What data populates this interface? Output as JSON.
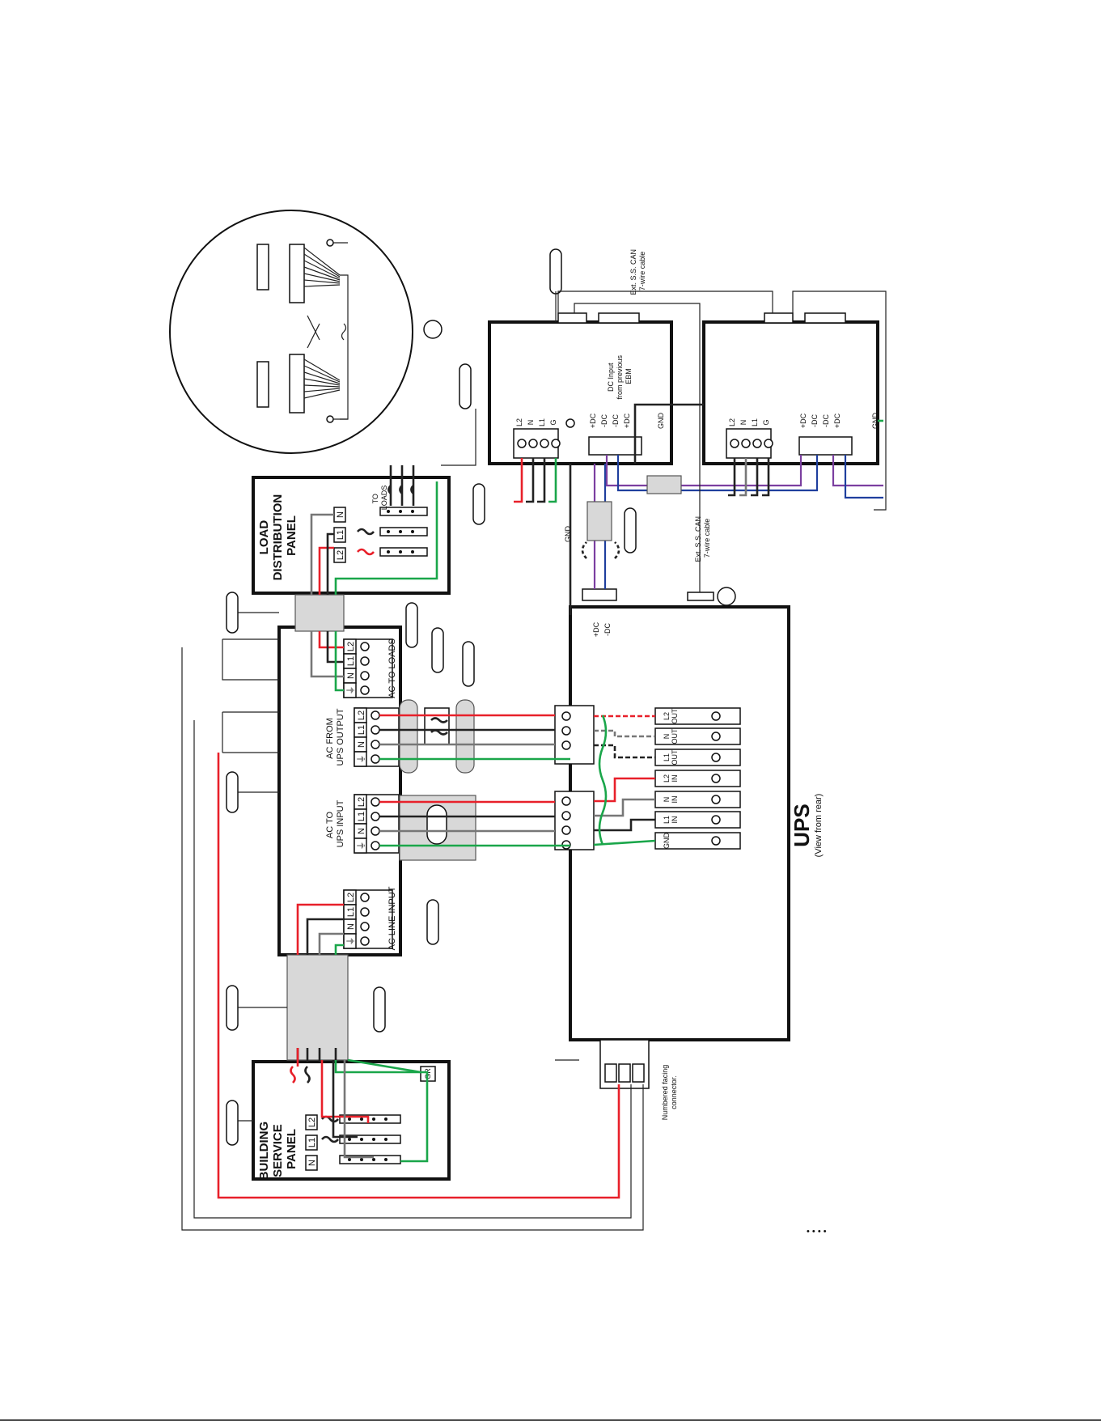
{
  "panels": {
    "building_service": {
      "title_lines": [
        "BUILDING",
        "SERVICE",
        "PANEL"
      ],
      "terminals": [
        "L2",
        "L1",
        "N"
      ],
      "ground": "GR"
    },
    "load_distribution": {
      "title_lines": [
        "LOAD",
        "DISTRIBUTION",
        "PANEL"
      ],
      "terminals": [
        "L2",
        "L1",
        "N"
      ],
      "to_loads_lines": [
        "TO",
        "LOADS"
      ]
    }
  },
  "bypass": {
    "line_input": {
      "label": "AC  LINE  INPUT",
      "cols": [
        "⏚",
        "N",
        "L1",
        "L2"
      ]
    },
    "to_ups_input": {
      "label_lines": [
        "AC  TO",
        "UPS  INPUT"
      ],
      "cols": [
        "⏚",
        "N",
        "L1",
        "L2"
      ]
    },
    "from_ups_output": {
      "label_lines": [
        "AC  FROM",
        "UPS  OUTPUT"
      ],
      "cols": [
        "⏚",
        "N",
        "L1",
        "L2"
      ]
    },
    "to_loads": {
      "label": "AC  TO  LOADS",
      "cols": [
        "⏚",
        "N",
        "L1",
        "L2"
      ]
    }
  },
  "ups": {
    "title": "UPS",
    "subtitle": "(View from rear)",
    "terminals": [
      [
        "L2",
        "OUT"
      ],
      [
        "N",
        "OUT"
      ],
      [
        "L1",
        "OUT"
      ],
      [
        "L2",
        "IN"
      ],
      [
        "N",
        "IN"
      ],
      [
        "L1",
        "IN"
      ],
      [
        "GND"
      ]
    ],
    "dc_labels": [
      "+DC",
      "-DC"
    ],
    "connector_note_lines": [
      "Numbered facing",
      "connector."
    ]
  },
  "ebm": {
    "ac_terms": [
      "L2",
      "N",
      "L1",
      "G"
    ],
    "dc_terms": [
      "+DC",
      "-DC",
      "-DC",
      "+DC"
    ],
    "dc_input_note_lines": [
      "DC  Input",
      "from previous",
      "EBM"
    ],
    "gnd": "GND",
    "can_cable_lines": [
      "Ext. S.S. CAN",
      "7-wire cable"
    ]
  },
  "misc": {
    "gnd": "GND",
    "dots": "• • • •"
  },
  "colors": {
    "hot_l2": "#e8202a",
    "hot_l1": "#222222",
    "neutral": "#777777",
    "ground": "#1aa64a",
    "dc_pos": "#7b3fa0",
    "dc_neg": "#1f3f9e"
  }
}
